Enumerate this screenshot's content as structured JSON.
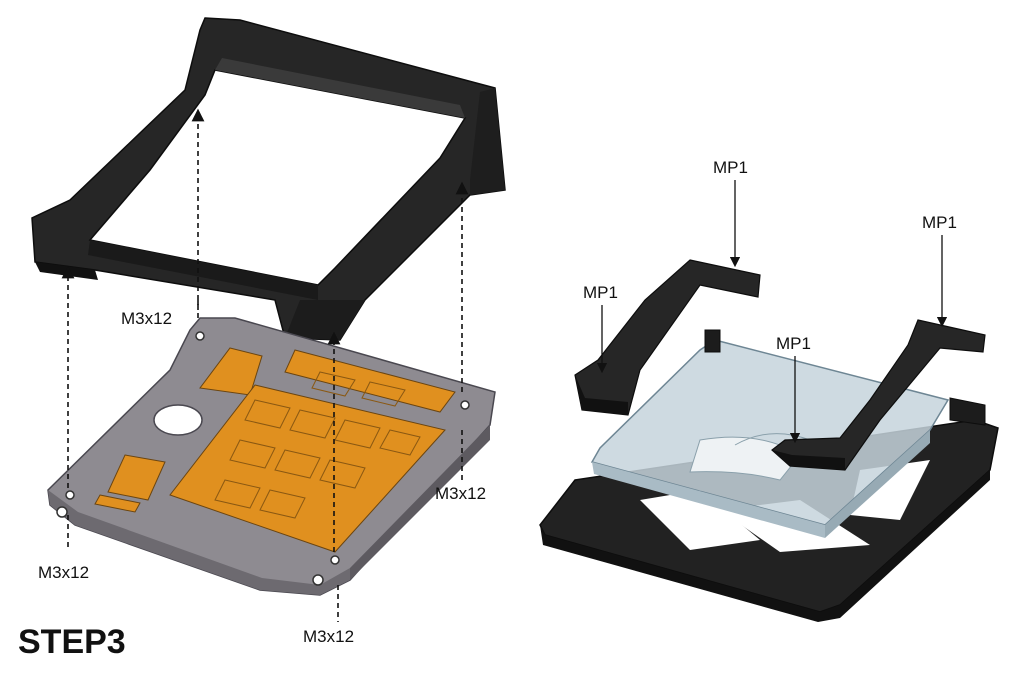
{
  "step_title": "STEP3",
  "screw_labels": [
    "M3x12",
    "M3x12",
    "M3x12",
    "M3x12"
  ],
  "part_labels": [
    "MP1",
    "MP1",
    "MP1",
    "MP1"
  ],
  "colors": {
    "frame": "#262626",
    "frame_edge": "#0d0d0d",
    "base": "#8e8b91",
    "insert": "#e0901f",
    "glass": "#c6d4dc",
    "arrow": "#111111"
  }
}
